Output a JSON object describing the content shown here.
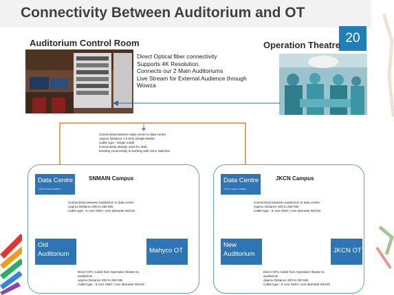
{
  "slide": {
    "title": "Connectivity Between Auditorium and OT",
    "slide_number": "20",
    "left_heading": "Auditorium Control Room",
    "right_heading": "Operation Theatre",
    "bullets": [
      "Direct Optical fiber connectivity",
      "Supports 4K Resolution.",
      "Connects our 2 Main Auditoriums",
      "Live Stream for External  Audience through",
      "Wowza"
    ]
  },
  "diagram": {
    "top_note": [
      "Connectivity between data centre to data centre",
      "Approx Distance 1.5 kms (Single Mode)",
      "Cable type : Single mode",
      "Connectivity already used for data.",
      "Existing connectivity is working with cisco switches"
    ],
    "left_campus": {
      "title": "SNMAIN Campus",
      "data_centre": "Data Centre",
      "data_centre_sub": "L3/L2 cisco switch",
      "auditorium_line1": "Old",
      "auditorium_line2": "Auditorium",
      "ot": "Mahyco OT",
      "mid_note": [
        "Connectivity between auditorium to data centre",
        "Approx Distance 200 to 250 Mts",
        "Cable type : 6 core OM3 / core diameter 50/125"
      ],
      "bottom_note": [
        "Direct OFC Cable from Operation theatre to",
        "auditorium",
        "Approx Distance 200 to 250 Mts",
        "Cable type : 6 core OM3 / core diameter 50/125"
      ]
    },
    "right_campus": {
      "title": "JKCN Campus",
      "data_centre": "Data Centre",
      "data_centre_sub": "L3/L2 cisco switch",
      "auditorium_line1": "New",
      "auditorium_line2": "Auditorium",
      "ot": "JKCN OT",
      "mid_note": [
        "Connectivity between auditorium to data centre",
        "Approx Distance 200 to 250 Mts",
        "Cable type : 6 core OM3 / core diameter 50/125"
      ],
      "bottom_note": [
        "Direct OFC Cable from Operation theatre to",
        "auditorium",
        "Approx Distance 200 to 250 Mts",
        "Cable type : 6 core OM3 / core diameter 50/125"
      ]
    }
  },
  "colors": {
    "box_blue": "#2e75b6",
    "badge_blue": "#1f7fb9",
    "connector_orange": "#ed7d31",
    "connector_blue": "#4a90d9",
    "campus_border": "#5b9bd5"
  }
}
